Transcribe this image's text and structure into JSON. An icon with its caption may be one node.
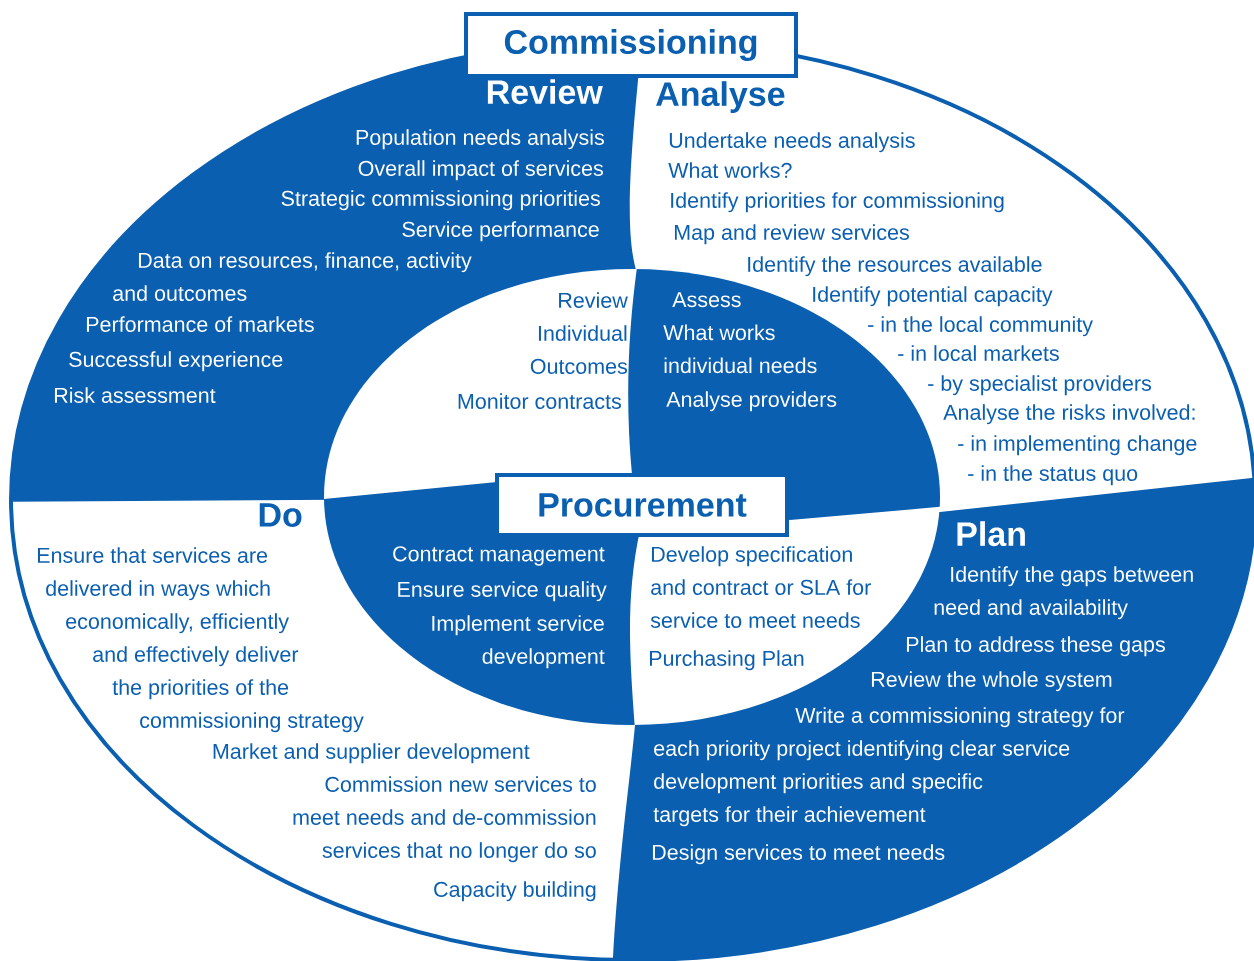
{
  "diagram": {
    "nodes": [
      {
        "text": [
          "Commissioning"
        ]
      },
      {
        "text": [
          "Review",
          "Population needs analysis",
          "Overall impact of services",
          "Strategic commissioning priorities",
          "Service performance",
          "Data on resources, finance, activity and outcomes",
          "Performance of markets",
          "Successful experience",
          "Risk assessment"
        ]
      },
      {
        "text": [
          "Analyse",
          "Undertake needs analysis",
          "What works?",
          "Identify priorities for commissioning",
          "Map and review services",
          "Identify the resources available",
          "Identify potential capacity",
          "- in the local community",
          "- in local markets",
          "- by specialist providers",
          "Analyse the risks involved:",
          "- in implementing change",
          "- in the status quo"
        ]
      },
      {
        "text": [
          "Do",
          "Ensure that services are delivered in ways which economically, efficiently and effectively deliver the priorities of the commissioning strategy",
          "Market and supplier development",
          "Commission new services to meet needs and de-commission services that no longer do so",
          "Capacity building"
        ]
      },
      {
        "text": [
          "Plan",
          "Identify the gaps between need and availability",
          "Plan to address these gaps",
          "Review the whole system",
          "Write a commissioning strategy for each priority project identifying clear service development priorities and specific targets for their achievement",
          "Design services to meet needs"
        ]
      },
      {
        "text": [
          "Procurement"
        ]
      },
      {
        "text": [
          "Review Individual Outcomes",
          "Monitor contracts"
        ]
      },
      {
        "text": [
          "Assess What works individual needs",
          "Analyse providers"
        ]
      },
      {
        "text": [
          "Contract management",
          "Ensure service quality",
          "Implement service development"
        ]
      },
      {
        "text": [
          "Develop specification and contract or SLA for service to meet needs",
          "Purchasing Plan"
        ]
      }
    ]
  }
}
